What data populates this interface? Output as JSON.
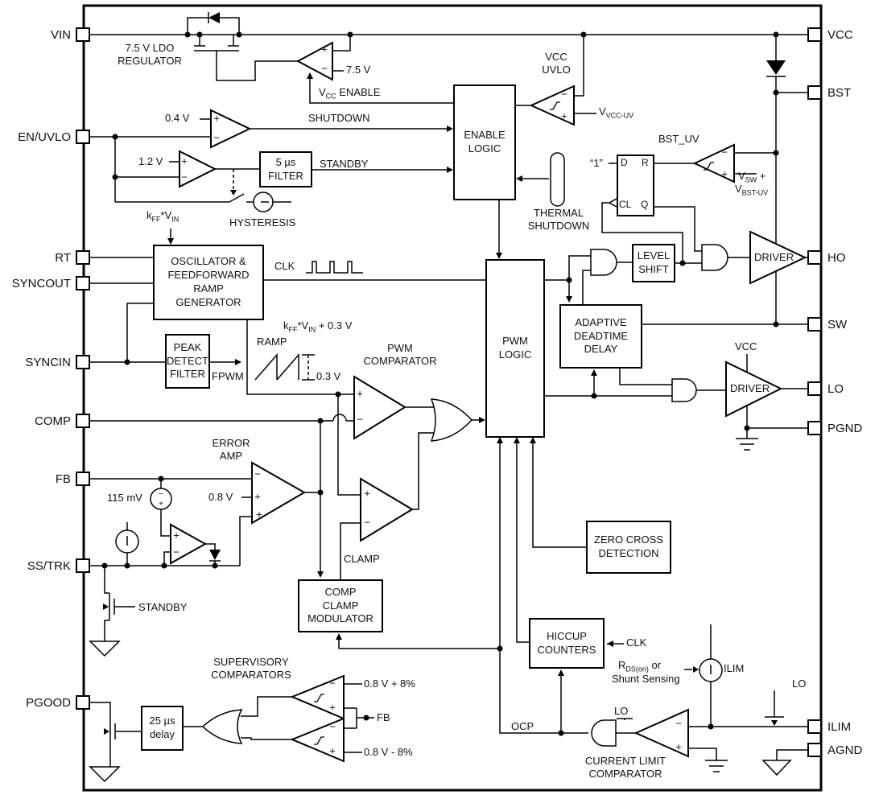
{
  "pins": {
    "left": [
      "VIN",
      "EN/UVLO",
      "RT",
      "SYNCOUT",
      "SYNCIN",
      "COMP",
      "FB",
      "SS/TRK",
      "PGOOD"
    ],
    "right": [
      "VCC",
      "BST",
      "HO",
      "SW",
      "LO",
      "PGND",
      "ILIM",
      "AGND"
    ]
  },
  "blocks": {
    "ldo": "7.5 V LDO\nREGULATOR",
    "enable_logic": "ENABLE\nLOGIC",
    "filter_5us": "5 µs\nFILTER",
    "oscillator": "OSCILLATOR &\nFEEDFORWARD\nRAMP\nGENERATOR",
    "peak_detect": "PEAK\nDETECT\nFILTER",
    "pwm_logic": "PWM\nLOGIC",
    "level_shift": "LEVEL\nSHIFT",
    "adaptive_deadtime": "ADAPTIVE\nDEADTIME\nDELAY",
    "zero_cross": "ZERO CROSS\nDETECTION",
    "hiccup": "HICCUP\nCOUNTERS",
    "comp_clamp": "COMP\nCLAMP\nMODULATOR",
    "delay_25us": "25 µs\ndelay"
  },
  "flipflop": {
    "d": "D",
    "r": "R",
    "cl": "CL",
    "q": "Q",
    "one": "“1”"
  },
  "labels": {
    "v7_5": "7.5 V",
    "v0_4": "0.4 V",
    "v1_2": "1.2 V",
    "v0_3": "0.3 V",
    "v0_8": "0.8 V",
    "mv115": "115 mV",
    "shutdown": "SHUTDOWN",
    "standby": "STANDBY",
    "hysteresis": "HYSTERESIS",
    "vcc_uvlo": "VCC\nUVLO",
    "bst_uv": "BST_UV",
    "thermal_shutdown": "THERMAL\nSHUTDOWN",
    "clk": "CLK",
    "ramp": "RAMP",
    "pwm_comparator": "PWM\nCOMPARATOR",
    "error_amp": "ERROR\nAMP",
    "fpwm": "FPWM",
    "clamp": "CLAMP",
    "standby_fet": "STANDBY",
    "supervisory": "SUPERVISORY\nCOMPARATORS",
    "v08_plus": "0.8 V + 8%",
    "v08_minus": "0.8 V - 8%",
    "fb": "FB",
    "driver": "DRIVER",
    "vcc": "VCC",
    "ocp": "OCP",
    "lo": "LO",
    "ilim": "ILIM",
    "current_limit": "CURRENT LIMIT\nCOMPARATOR",
    "shunt": "Shunt Sensing"
  },
  "sub_labels": {
    "vcc_enable": {
      "p1": "V",
      "s1": "CC",
      "p2": " ENABLE"
    },
    "v_vcc_uv": {
      "p1": "V",
      "s1": "VCC-UV"
    },
    "v_sw": {
      "p1": "V",
      "s1": "SW",
      "p2": " +"
    },
    "v_bst_uv": {
      "p1": "V",
      "s1": "BST-UV"
    },
    "kff_vin": {
      "p1": "k",
      "s1": "FF",
      "p2": "*V",
      "s2": "IN"
    },
    "kff_vin_03": {
      "p1": "k",
      "s1": "FF",
      "p2": "*V",
      "s2": "IN",
      "p3": " + 0.3 V"
    },
    "rds_on": {
      "p1": "R",
      "s1": "DS(on)",
      "p2": " or"
    }
  },
  "signs": {
    "plus": "+",
    "minus": "−"
  }
}
